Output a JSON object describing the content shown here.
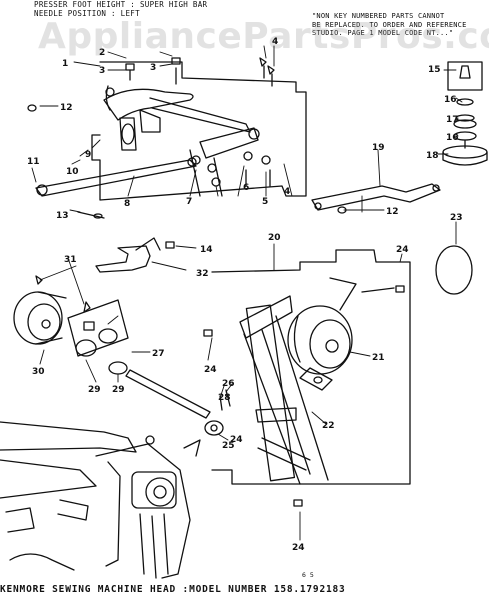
{
  "header": {
    "line1": "PRESSER FOOT HEIGHT : SUPER HIGH BAR",
    "line2": "NEEDLE POSITION : LEFT"
  },
  "note": "\"NON KEY NUMBERED PARTS CANNOT\nBE REPLACED. TO ORDER AND REFERENCE\nSTUDIO. PAGE 1 MODEL CODE NT...\"",
  "watermark": "AppliancePartsPros.com",
  "footer": "KENMORE SEWING MACHINE HEAD :MODEL NUMBER 158.1792183",
  "page_number": "6 5",
  "callouts": [
    "1",
    "2",
    "3",
    "3",
    "4",
    "4",
    "5",
    "6",
    "7",
    "8",
    "9",
    "10",
    "11",
    "12",
    "12",
    "13",
    "14",
    "15",
    "16",
    "16",
    "17",
    "18",
    "19",
    "20",
    "21",
    "22",
    "23",
    "24",
    "24",
    "24",
    "24",
    "25",
    "26",
    "27",
    "28",
    "29",
    "29",
    "30",
    "31",
    "32"
  ]
}
